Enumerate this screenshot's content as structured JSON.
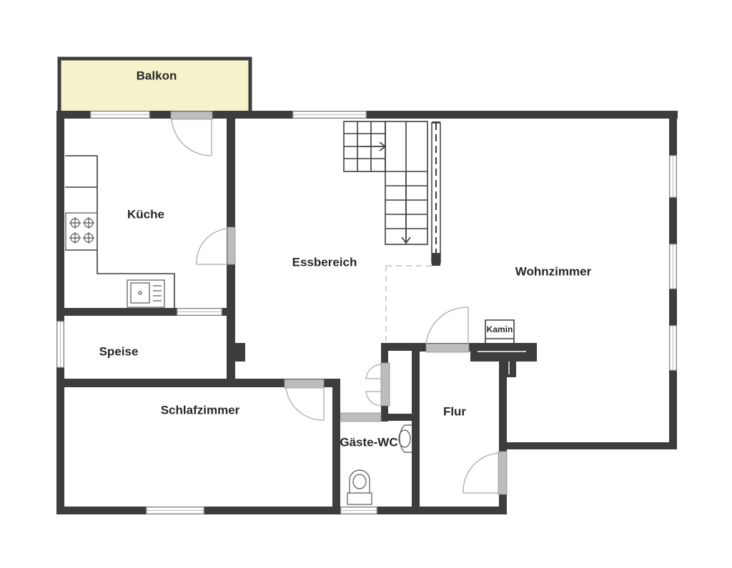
{
  "rooms": {
    "balkon": "Balkon",
    "kueche": "Küche",
    "essbereich": "Essbereich",
    "wohnzimmer": "Wohnzimmer",
    "speise": "Speise",
    "schlafzimmer": "Schlafzimmer",
    "gaeste_wc": "Gäste-WC",
    "flur": "Flur",
    "kamin": "Kamin"
  },
  "colors": {
    "wall": "#3d3d3f",
    "balcony_fill": "#f6f2c9",
    "door": "#bdbdbd"
  },
  "icons": [
    "stove-icon",
    "sink-icon",
    "toilet-icon",
    "washbasin-icon",
    "fireplace-icon",
    "stairs-icon"
  ]
}
